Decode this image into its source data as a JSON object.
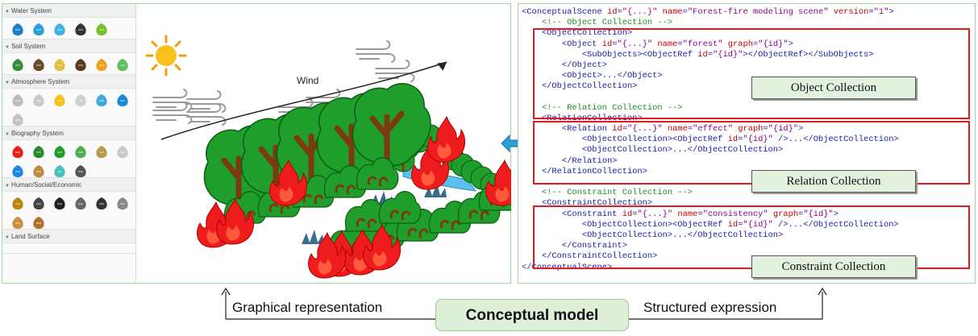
{
  "palette": {
    "sections": [
      {
        "title": "Water System",
        "icons": [
          "water-drop-icon",
          "wave-icon",
          "river-icon",
          "whirlpool-icon",
          "tree-water-icon"
        ]
      },
      {
        "title": "Soil System",
        "icons": [
          "grass-icon",
          "soil-layer-icon",
          "rainbow-layer-icon",
          "layered-soil-icon",
          "factory-icon",
          "leaf-icon"
        ]
      },
      {
        "title": "Atmosphere System",
        "icons": [
          "cloud-icon",
          "rain-cloud-icon",
          "sun-icon",
          "cloud-sun-icon",
          "storm-icon",
          "moon-icon",
          "fog-icon"
        ]
      },
      {
        "title": "Biography System",
        "icons": [
          "fire-icon",
          "bush-icon",
          "tree-icon",
          "round-tree-icon",
          "plant-icon",
          "sheep-icon",
          "balloon-icon",
          "camel-icon",
          "animal-icon",
          "wheat-icon"
        ]
      },
      {
        "title": "Human/Social/Economic",
        "icons": [
          "truck-icon",
          "pagoda-icon",
          "plane-icon",
          "palace-icon",
          "house-icon",
          "building-icon",
          "cactus-icon",
          "village-icon"
        ]
      },
      {
        "title": "Land Surface",
        "icons": []
      }
    ]
  },
  "canvas": {
    "wind_label": "Wind"
  },
  "code_lines": [
    [
      {
        "c": "tag",
        "t": "<ConceptualScene "
      },
      {
        "c": "attr",
        "t": "id"
      },
      {
        "c": "tag",
        "t": "="
      },
      {
        "c": "val",
        "t": "\"{...}\""
      },
      {
        "c": "tag",
        "t": " "
      },
      {
        "c": "attr",
        "t": "name"
      },
      {
        "c": "tag",
        "t": "="
      },
      {
        "c": "val",
        "t": "\"Forest-fire modeling scene\""
      },
      {
        "c": "tag",
        "t": " "
      },
      {
        "c": "attr",
        "t": "version"
      },
      {
        "c": "tag",
        "t": "="
      },
      {
        "c": "val",
        "t": "\"1\""
      },
      {
        "c": "tag",
        "t": ">"
      }
    ],
    [
      {
        "c": "cm",
        "t": "    <!-- Object Collection -->"
      }
    ],
    [
      {
        "c": "tag",
        "t": "    <ObjectCollection>"
      }
    ],
    [
      {
        "c": "tag",
        "t": "        <Object "
      },
      {
        "c": "attr",
        "t": "id"
      },
      {
        "c": "tag",
        "t": "="
      },
      {
        "c": "val",
        "t": "\"{...}\""
      },
      {
        "c": "tag",
        "t": " "
      },
      {
        "c": "attr",
        "t": "name"
      },
      {
        "c": "tag",
        "t": "="
      },
      {
        "c": "val",
        "t": "\"forest\""
      },
      {
        "c": "tag",
        "t": " "
      },
      {
        "c": "attr",
        "t": "graph"
      },
      {
        "c": "tag",
        "t": "="
      },
      {
        "c": "val",
        "t": "\"{id}\""
      },
      {
        "c": "tag",
        "t": ">"
      }
    ],
    [
      {
        "c": "tag",
        "t": "            <SubObjects><ObjectRef "
      },
      {
        "c": "attr",
        "t": "id"
      },
      {
        "c": "tag",
        "t": "="
      },
      {
        "c": "val",
        "t": "\"{id}\""
      },
      {
        "c": "tag",
        "t": "></ObjectRef></SubObjects>"
      }
    ],
    [
      {
        "c": "tag",
        "t": "        </Object>"
      }
    ],
    [
      {
        "c": "tag",
        "t": "        <Object>...</Object>"
      }
    ],
    [
      {
        "c": "tag",
        "t": "    </ObjectCollection>"
      }
    ],
    [
      {
        "c": "plain",
        "t": ""
      }
    ],
    [
      {
        "c": "cm",
        "t": "    <!-- Relation Collection -->"
      }
    ],
    [
      {
        "c": "tag",
        "t": "    <RelationCollection>"
      }
    ],
    [
      {
        "c": "tag",
        "t": "        <Relation "
      },
      {
        "c": "attr",
        "t": "id"
      },
      {
        "c": "tag",
        "t": "="
      },
      {
        "c": "val",
        "t": "\"{...}\""
      },
      {
        "c": "tag",
        "t": " "
      },
      {
        "c": "attr",
        "t": "name"
      },
      {
        "c": "tag",
        "t": "="
      },
      {
        "c": "val",
        "t": "\"effect\""
      },
      {
        "c": "tag",
        "t": " "
      },
      {
        "c": "attr",
        "t": "graph"
      },
      {
        "c": "tag",
        "t": "="
      },
      {
        "c": "val",
        "t": "\"{id}\""
      },
      {
        "c": "tag",
        "t": ">"
      }
    ],
    [
      {
        "c": "tag",
        "t": "            <ObjectCollection><ObjectRef "
      },
      {
        "c": "attr",
        "t": "id"
      },
      {
        "c": "tag",
        "t": "="
      },
      {
        "c": "val",
        "t": "\"{id}\""
      },
      {
        "c": "tag",
        "t": " />...</ObjectCollection>"
      }
    ],
    [
      {
        "c": "tag",
        "t": "            <ObjectCollection>...</ObjectCollection>"
      }
    ],
    [
      {
        "c": "tag",
        "t": "        </Relation>"
      }
    ],
    [
      {
        "c": "tag",
        "t": "    </RelationCollection>"
      }
    ],
    [
      {
        "c": "plain",
        "t": ""
      }
    ],
    [
      {
        "c": "cm",
        "t": "    <!-- Constraint Collection -->"
      }
    ],
    [
      {
        "c": "tag",
        "t": "    <ConstraintCollection>"
      }
    ],
    [
      {
        "c": "tag",
        "t": "        <Constraint "
      },
      {
        "c": "attr",
        "t": "id"
      },
      {
        "c": "tag",
        "t": "="
      },
      {
        "c": "val",
        "t": "\"{...}\""
      },
      {
        "c": "tag",
        "t": " "
      },
      {
        "c": "attr",
        "t": "name"
      },
      {
        "c": "tag",
        "t": "="
      },
      {
        "c": "val",
        "t": "\"consistency\""
      },
      {
        "c": "tag",
        "t": " "
      },
      {
        "c": "attr",
        "t": "graph"
      },
      {
        "c": "tag",
        "t": "="
      },
      {
        "c": "val",
        "t": "\"{id}\""
      },
      {
        "c": "tag",
        "t": ">"
      }
    ],
    [
      {
        "c": "tag",
        "t": "            <ObjectCollection><ObjectRef "
      },
      {
        "c": "attr",
        "t": "id"
      },
      {
        "c": "tag",
        "t": "="
      },
      {
        "c": "val",
        "t": "\"{id}\""
      },
      {
        "c": "tag",
        "t": " />...</ObjectCollection>"
      }
    ],
    [
      {
        "c": "tag",
        "t": "            <ObjectCollection>...</ObjectCollection>"
      }
    ],
    [
      {
        "c": "tag",
        "t": "        </Constraint>"
      }
    ],
    [
      {
        "c": "tag",
        "t": "    </ConstraintCollection>"
      }
    ],
    [
      {
        "c": "tag",
        "t": "</ConceptualScene>"
      }
    ]
  ],
  "labels": {
    "object_collection": "Object Collection",
    "relation_collection": "Relation Collection",
    "constraint_collection": "Constraint Collection"
  },
  "captions": {
    "left": "Graphical representation",
    "center": "Conceptual model",
    "right": "Structured expression"
  },
  "colors": {
    "highlight_box": "#e01b24",
    "label_fill": "#e3f1df",
    "panel_border": "#a5d6a7",
    "tree_green": "#1f9e2c",
    "fire_red": "#ee1c1c",
    "arrow_blue": "#2a9fd8"
  }
}
